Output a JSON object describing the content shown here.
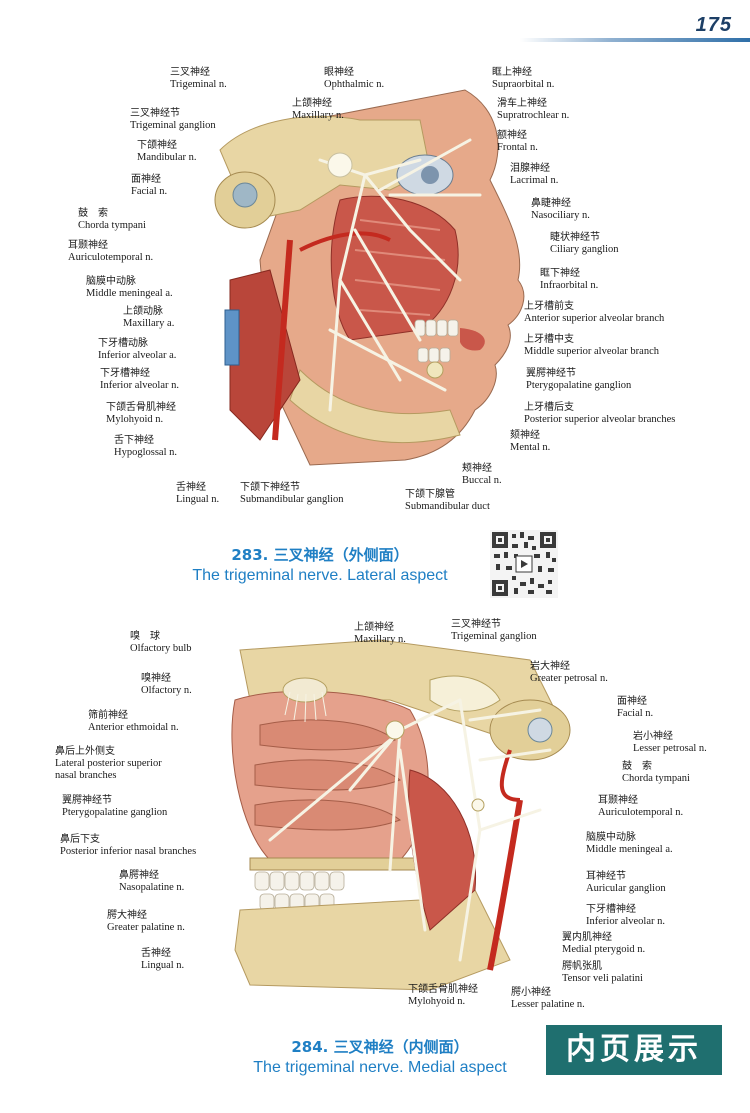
{
  "header": {
    "page_number": "175"
  },
  "figure_283": {
    "caption_number": "283. 三叉神经（外侧面）",
    "caption_english": "The trigeminal nerve. Lateral aspect",
    "labels_left": [
      {
        "zh": "三叉神经",
        "en": "Trigeminal n."
      },
      {
        "zh": "三叉神经节",
        "en": "Trigeminal ganglion"
      },
      {
        "zh": "下颌神经",
        "en": "Mandibular n."
      },
      {
        "zh": "面神经",
        "en": "Facial n."
      },
      {
        "zh": "鼓　索",
        "en": "Chorda tympani"
      },
      {
        "zh": "耳颞神经",
        "en": "Auriculotemporal n."
      },
      {
        "zh": "脑膜中动脉",
        "en": "Middle meningeal a."
      },
      {
        "zh": "上颌动脉",
        "en": "Maxillary a."
      },
      {
        "zh": "下牙槽动脉",
        "en": "Inferior alveolar a."
      },
      {
        "zh": "下牙槽神经",
        "en": "Inferior alveolar n."
      },
      {
        "zh": "下颌舌骨肌神经",
        "en": "Mylohyoid n."
      },
      {
        "zh": "舌下神经",
        "en": "Hypoglossal n."
      }
    ],
    "labels_top": [
      {
        "zh": "眼神经",
        "en": "Ophthalmic n."
      },
      {
        "zh": "上颌神经",
        "en": "Maxillary n."
      }
    ],
    "labels_right": [
      {
        "zh": "眶上神经",
        "en": "Supraorbital n."
      },
      {
        "zh": "滑车上神经",
        "en": "Supratrochlear n."
      },
      {
        "zh": "额神经",
        "en": "Frontal n."
      },
      {
        "zh": "泪腺神经",
        "en": "Lacrimal n."
      },
      {
        "zh": "鼻睫神经",
        "en": "Nasociliary n."
      },
      {
        "zh": "睫状神经节",
        "en": "Ciliary ganglion"
      },
      {
        "zh": "眶下神经",
        "en": "Infraorbital n."
      },
      {
        "zh": "上牙槽前支",
        "en": "Anterior superior alveolar branch"
      },
      {
        "zh": "上牙槽中支",
        "en": "Middle superior alveolar branch"
      },
      {
        "zh": "翼腭神经节",
        "en": "Pterygopalatine ganglion"
      },
      {
        "zh": "上牙槽后支",
        "en": "Posterior superior alveolar branches"
      },
      {
        "zh": "颏神经",
        "en": "Mental n."
      }
    ],
    "labels_bottom": [
      {
        "zh": "颊神经",
        "en": "Buccal n."
      },
      {
        "zh": "舌神经",
        "en": "Lingual n."
      },
      {
        "zh": "下颌下神经节",
        "en": "Submandibular ganglion"
      },
      {
        "zh": "下颌下腺管",
        "en": "Submandibular duct"
      }
    ]
  },
  "figure_284": {
    "caption_number": "284. 三叉神经（内侧面）",
    "caption_english": "The trigeminal nerve. Medial aspect",
    "labels_left": [
      {
        "zh": "嗅　球",
        "en": "Olfactory bulb"
      },
      {
        "zh": "嗅神经",
        "en": "Olfactory n."
      },
      {
        "zh": "筛前神经",
        "en": "Anterior ethmoidal n."
      },
      {
        "zh": "鼻后上外侧支",
        "en": "Lateral posterior superior",
        "en2": "nasal branches"
      },
      {
        "zh": "翼腭神经节",
        "en": "Pterygopalatine ganglion"
      },
      {
        "zh": "鼻后下支",
        "en": "Posterior inferior nasal branches"
      },
      {
        "zh": "鼻腭神经",
        "en": "Nasopalatine n."
      },
      {
        "zh": "腭大神经",
        "en": "Greater palatine n."
      },
      {
        "zh": "舌神经",
        "en": "Lingual n."
      }
    ],
    "labels_top": [
      {
        "zh": "上颌神经",
        "en": "Maxillary n."
      },
      {
        "zh": "三叉神经节",
        "en": "Trigeminal ganglion"
      }
    ],
    "labels_right": [
      {
        "zh": "岩大神经",
        "en": "Greater petrosal n."
      },
      {
        "zh": "面神经",
        "en": "Facial n."
      },
      {
        "zh": "岩小神经",
        "en": "Lesser petrosal n."
      },
      {
        "zh": "鼓　索",
        "en": "Chorda tympani"
      },
      {
        "zh": "耳颞神经",
        "en": "Auriculotemporal n."
      },
      {
        "zh": "脑膜中动脉",
        "en": "Middle meningeal a."
      },
      {
        "zh": "耳神经节",
        "en": "Auricular ganglion"
      },
      {
        "zh": "下牙槽神经",
        "en": "Inferior alveolar n."
      },
      {
        "zh": "翼内肌神经",
        "en": "Medial pterygoid n."
      },
      {
        "zh": "腭帆张肌",
        "en": "Tensor veli palatini"
      }
    ],
    "labels_bottom": [
      {
        "zh": "下颌舌骨肌神经",
        "en": "Mylohyoid n."
      },
      {
        "zh": "腭小神经",
        "en": "Lesser palatine n."
      }
    ]
  },
  "badge_text": "内页展示"
}
